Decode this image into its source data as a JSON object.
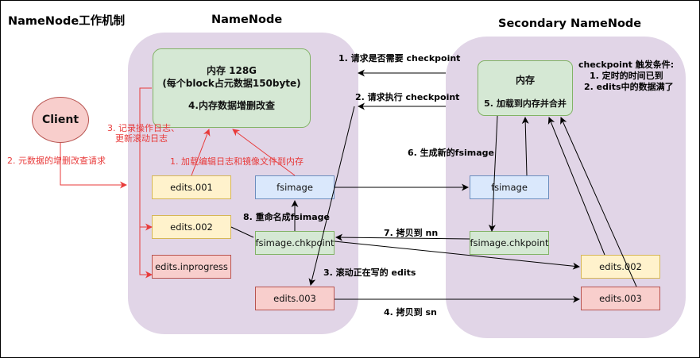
{
  "diagram_title": "NameNode工作机制",
  "panels": {
    "namenode_title": "NameNode",
    "secondary_title": "Secondary NameNode"
  },
  "client": {
    "label": "Client"
  },
  "memory_box": {
    "line1": "内存 128G",
    "line2": "(每个block占元数据150byte)",
    "line3": "4.内存数据增删改查"
  },
  "nn_files": {
    "edits_001": "edits.001",
    "edits_002": "edits.002",
    "edits_inprogress": "edits.inprogress",
    "fsimage": "fsimage",
    "fsimage_chkpoint": "fsimage.chkpoint",
    "edits_003": "edits.003"
  },
  "snn": {
    "memory_label": "内存",
    "load_label": "5. 加载到内存并合并",
    "fsimage": "fsimage",
    "fsimage_chkpoint": "fsimage.chkpoint",
    "edits_002": "edits.002",
    "edits_003": "edits.003"
  },
  "steps": {
    "s1": "1. 请求是否需要 checkpoint",
    "s2": "2. 请求执行 checkpoint",
    "s3": "3. 滚动正在写的 edits",
    "s4": "4. 拷贝到 sn",
    "s6": "6. 生成新的fsimage",
    "s7": "7. 拷贝到 nn",
    "s8": "8. 重命名成fsimage"
  },
  "client_steps": {
    "log_line1": "3. 记录操作日志、",
    "log_line2": "更新滚动日志",
    "request": "2. 元数据的增删改查请求",
    "load": "1. 加载编辑日志和镜像文件到内存"
  },
  "trigger": {
    "title": "checkpoint 触发条件:",
    "cond1": "1. 定时的时间已到",
    "cond2": "2. edits中的数据满了"
  },
  "colors": {
    "panel": "#e1d5e7",
    "yellow": "#fff2cc",
    "blue": "#dae8fc",
    "green": "#d5e8d4",
    "red": "#f8cecc",
    "client_fill": "#f8cecc",
    "accent_red": "#e83a3a"
  }
}
